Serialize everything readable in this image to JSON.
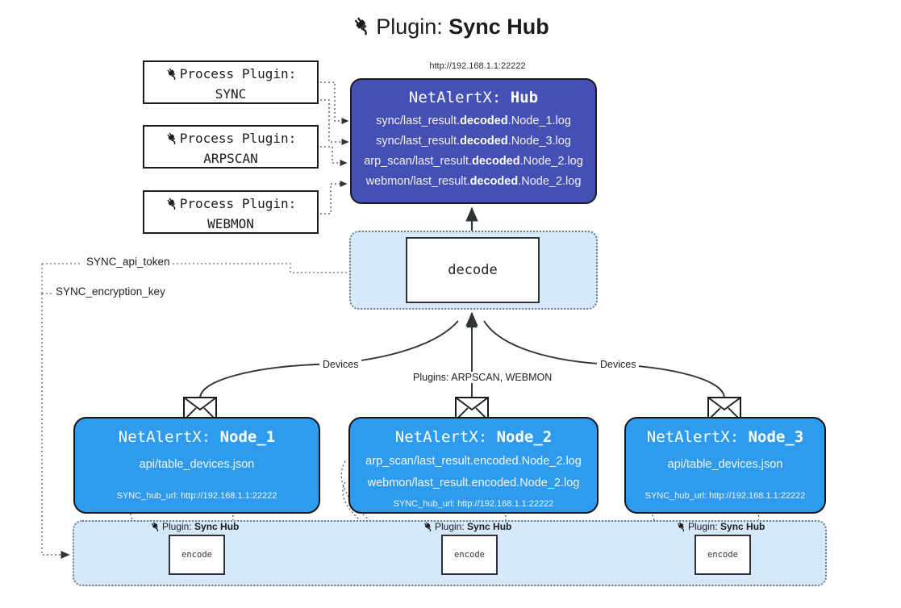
{
  "title": {
    "icon": "plug-icon",
    "prefix": "Plugin: ",
    "name": "Sync Hub"
  },
  "hub": {
    "url": "http://192.168.1.1:22222",
    "title_prefix": "NetAlertX: ",
    "title_name": "Hub",
    "lines": [
      {
        "pre": "sync/last_result.",
        "em": "decoded",
        "post": ".Node_1.log"
      },
      {
        "pre": "sync/last_result.",
        "em": "decoded",
        "post": ".Node_3.log"
      },
      {
        "pre": "arp_scan/last_result.",
        "em": "decoded",
        "post": ".Node_2.log"
      },
      {
        "pre": "webmon/last_result.",
        "em": "decoded",
        "post": ".Node_2.log"
      }
    ],
    "color": "#4450b4"
  },
  "process_plugins": [
    {
      "icon": "plug-icon",
      "line1": "Process Plugin:",
      "line2": "SYNC"
    },
    {
      "icon": "plug-icon",
      "line1": "Process Plugin:",
      "line2": "ARPSCAN"
    },
    {
      "icon": "plug-icon",
      "line1": "Process Plugin:",
      "line2": "WEBMON"
    }
  ],
  "decode": {
    "label": "decode",
    "group_color": "#d6e9fb"
  },
  "keys": {
    "api_token": "SYNC_api_token",
    "encryption_key": "SYNC_encryption_key"
  },
  "edge_labels": {
    "devices_left": "Devices",
    "devices_right": "Devices",
    "plugins_center": "Plugins: ARPSCAN, WEBMON"
  },
  "nodes": [
    {
      "title_prefix": "NetAlertX: ",
      "title_name": "Node_1",
      "lines": [
        "api/table_devices.json"
      ],
      "url_label": "SYNC_hub_url: ",
      "url_value": "http://192.168.1.1:22222",
      "icon": "envelope-icon",
      "color": "#2e9bee"
    },
    {
      "title_prefix": "NetAlertX: ",
      "title_name": "Node_2",
      "lines": [
        "arp_scan/last_result.encoded.Node_2.log",
        "webmon/last_result.encoded.Node_2.log"
      ],
      "url_label": "SYNC_hub_url: ",
      "url_value": "http://192.168.1.1:22222",
      "icon": "envelope-icon",
      "color": "#2e9bee"
    },
    {
      "title_prefix": "NetAlertX: ",
      "title_name": "Node_3",
      "lines": [
        "api/table_devices.json"
      ],
      "url_label": "SYNC_hub_url: ",
      "url_value": "http://192.168.1.1:22222",
      "icon": "envelope-icon",
      "color": "#2e9bee"
    }
  ],
  "encoders": [
    {
      "tag_icon": "plug-icon",
      "tag_prefix": "Plugin: ",
      "tag_name": "Sync Hub",
      "label": "encode"
    },
    {
      "tag_icon": "plug-icon",
      "tag_prefix": "Plugin: ",
      "tag_name": "Sync Hub",
      "label": "encode"
    },
    {
      "tag_icon": "plug-icon",
      "tag_prefix": "Plugin: ",
      "tag_name": "Sync Hub",
      "label": "encode"
    }
  ]
}
